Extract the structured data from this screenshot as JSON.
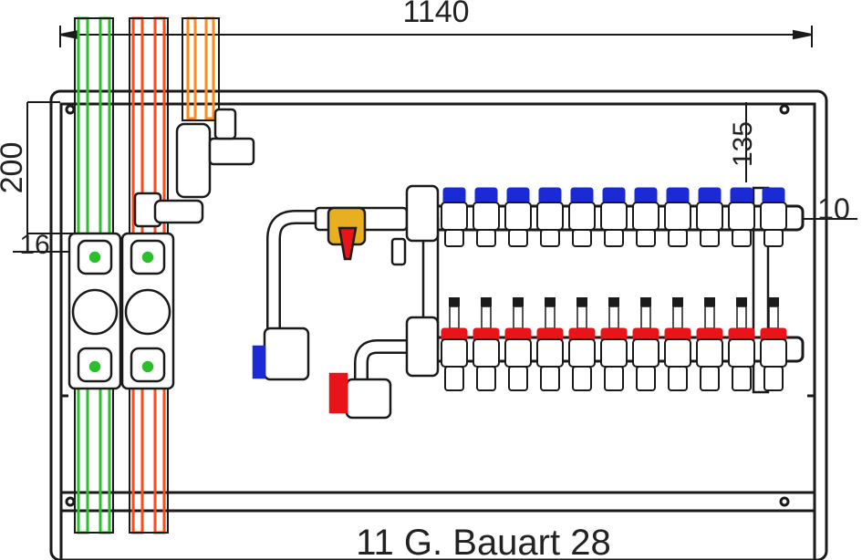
{
  "diagram": {
    "dimensions": {
      "overall_width": "1140",
      "top_offset": "200",
      "small_offset": "16",
      "right_top_offset": "135",
      "right_side_offset": "10"
    },
    "caption": "11 G. Bauart 28",
    "manifold": {
      "outlet_count": 11
    },
    "colors": {
      "supply_pipe_green": "#2bbf2b",
      "return_pipe_orange_red": "#ff4a1a",
      "supply_manifold_blue": "#1a2bd6",
      "return_manifold_red": "#e8141a",
      "accent_orange": "#ff8c1a",
      "brass_yellow": "#e8b020",
      "line_color": "#1a1a1a"
    }
  }
}
